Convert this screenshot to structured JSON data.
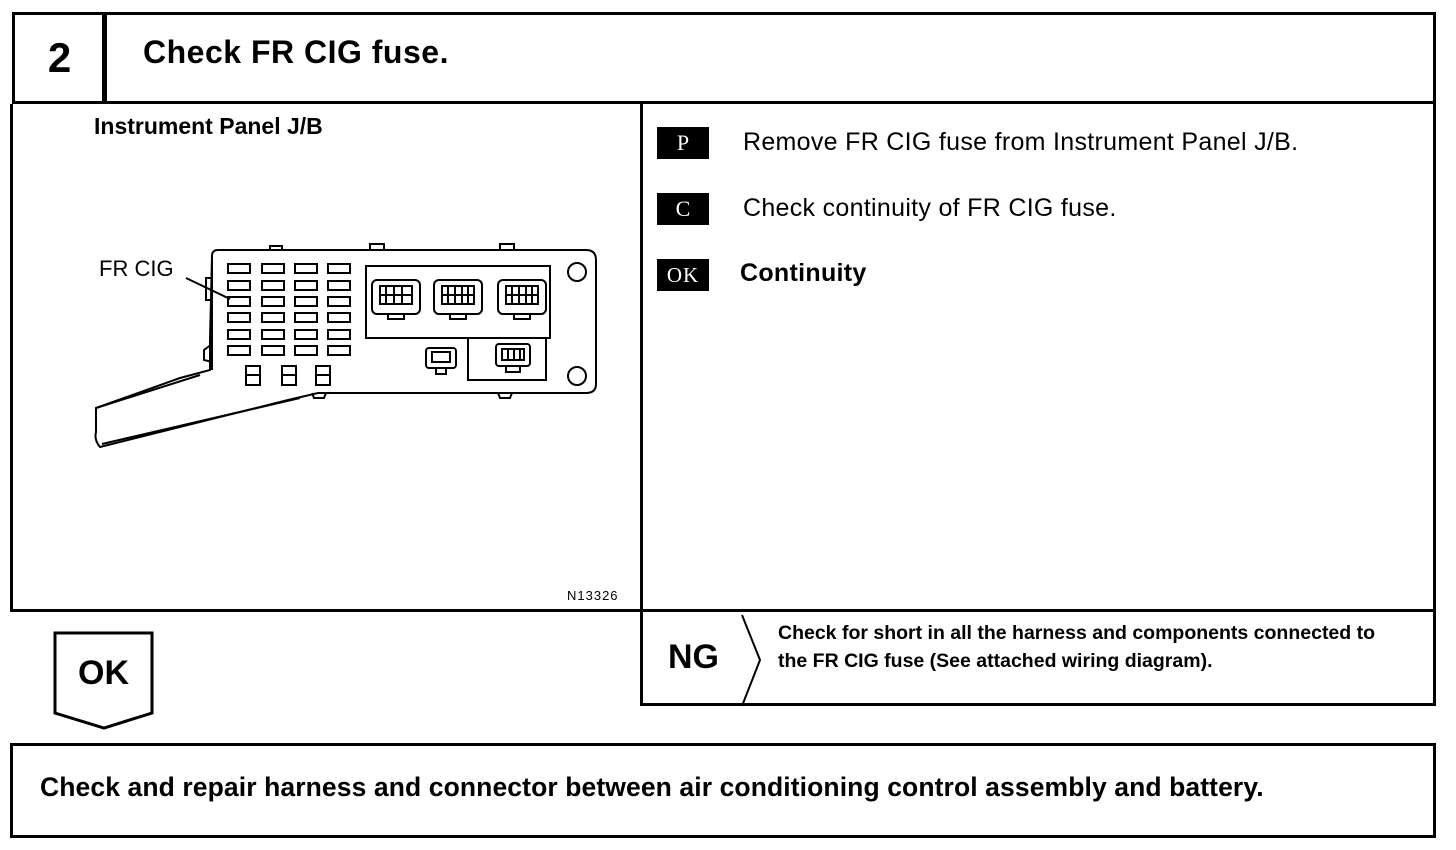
{
  "header": {
    "step_number": "2",
    "title": "Check FR CIG fuse."
  },
  "diagram": {
    "title": "Instrument Panel J/B",
    "fuse_label": "FR CIG",
    "figure_code": "N13326"
  },
  "instructions": [
    {
      "badge": "P",
      "text": "Remove FR CIG fuse from Instrument Panel J/B."
    },
    {
      "badge": "C",
      "text": "Check continuity of FR CIG fuse."
    },
    {
      "badge": "OK",
      "text": "Continuity"
    }
  ],
  "ng_branch": {
    "label": "NG",
    "text": "Check for short in all the harness and components connected to the FR CIG fuse (See attached wiring diagram)."
  },
  "ok_branch": {
    "label": "OK"
  },
  "result": {
    "text": "Check and repair harness and connector between air conditioning control assembly and battery."
  }
}
